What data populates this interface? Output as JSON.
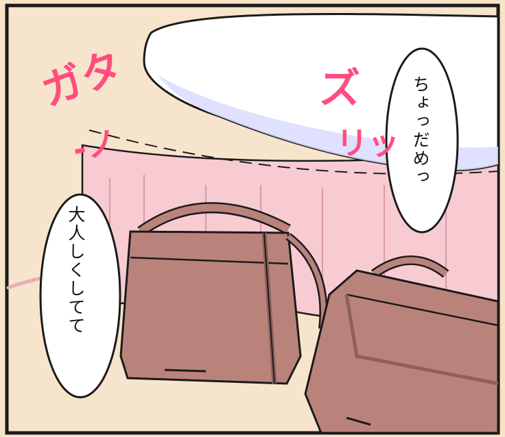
{
  "panel": {
    "speech_bubbles": [
      {
        "text": "ちょっだめっ"
      },
      {
        "text": "大人しくしてて"
      }
    ],
    "sound_effects": [
      {
        "name": "gata-sfx",
        "text": "ガタ-ノ"
      },
      {
        "name": "zuri-sfx",
        "text": "ズリッ"
      }
    ],
    "colors": {
      "background": "#f6e3c8",
      "floor": "#f6e3c8",
      "bed_skirt": "#f6c9d1",
      "blanket": "#ffffff",
      "bag": "#b9837c",
      "outline": "#1b1a1a",
      "sfx": "#ff4d7e"
    }
  }
}
